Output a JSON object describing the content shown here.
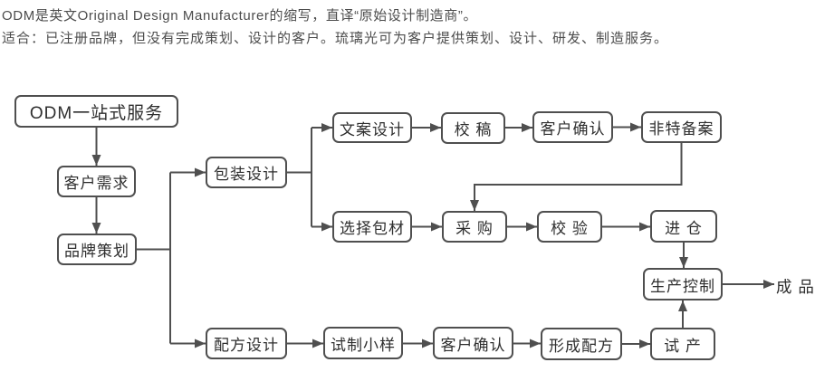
{
  "header": {
    "line1": "ODM是英文Original Design Manufacturer的缩写，直译“原始设计制造商”。",
    "line2": "适合：已注册品牌，但没有完成策划、设计的客户。琉璃光可为客户提供策划、设计、研发、制造服务。"
  },
  "colors": {
    "background": "#ffffff",
    "box_border": "#4f4f4f",
    "connector": "#4f4f4f",
    "box_text": "#2e2e2e",
    "header_text": "#4c4c4c"
  },
  "flowchart": {
    "nodes": [
      {
        "id": "odm-one-stop-service",
        "label": "ODM一站式服务"
      },
      {
        "id": "customer-needs",
        "label": "客户需求"
      },
      {
        "id": "brand-planning",
        "label": "品牌策划"
      },
      {
        "id": "packaging-design",
        "label": "包装设计"
      },
      {
        "id": "copywriting-design",
        "label": "文案设计"
      },
      {
        "id": "proofreading",
        "label": "校 稿"
      },
      {
        "id": "customer-confirmation-1",
        "label": "客户确认"
      },
      {
        "id": "non-special-filing",
        "label": "非特备案"
      },
      {
        "id": "select-packaging-material",
        "label": "选择包材"
      },
      {
        "id": "procurement",
        "label": "采 购"
      },
      {
        "id": "inspection",
        "label": "校 验"
      },
      {
        "id": "warehousing",
        "label": "进 仓"
      },
      {
        "id": "production-control",
        "label": "生产控制"
      },
      {
        "id": "formula-design",
        "label": "配方设计"
      },
      {
        "id": "trial-sample",
        "label": "试制小样"
      },
      {
        "id": "customer-confirmation-2",
        "label": "客户确认"
      },
      {
        "id": "formula-formation",
        "label": "形成配方"
      },
      {
        "id": "trial-production",
        "label": "试 产"
      }
    ],
    "end_label": "成 品",
    "edges": [
      "odm-one-stop-service -> customer-needs",
      "customer-needs -> brand-planning",
      "brand-planning -> packaging-design",
      "brand-planning -> formula-design",
      "packaging-design -> copywriting-design",
      "packaging-design -> select-packaging-material",
      "copywriting-design -> proofreading",
      "proofreading -> customer-confirmation-1",
      "customer-confirmation-1 -> non-special-filing",
      "non-special-filing -> procurement",
      "select-packaging-material -> procurement",
      "procurement -> inspection",
      "inspection -> warehousing",
      "warehousing -> production-control",
      "production-control -> finished-product",
      "formula-design -> trial-sample",
      "trial-sample -> customer-confirmation-2",
      "customer-confirmation-2 -> formula-formation",
      "formula-formation -> trial-production",
      "trial-production -> production-control"
    ]
  }
}
